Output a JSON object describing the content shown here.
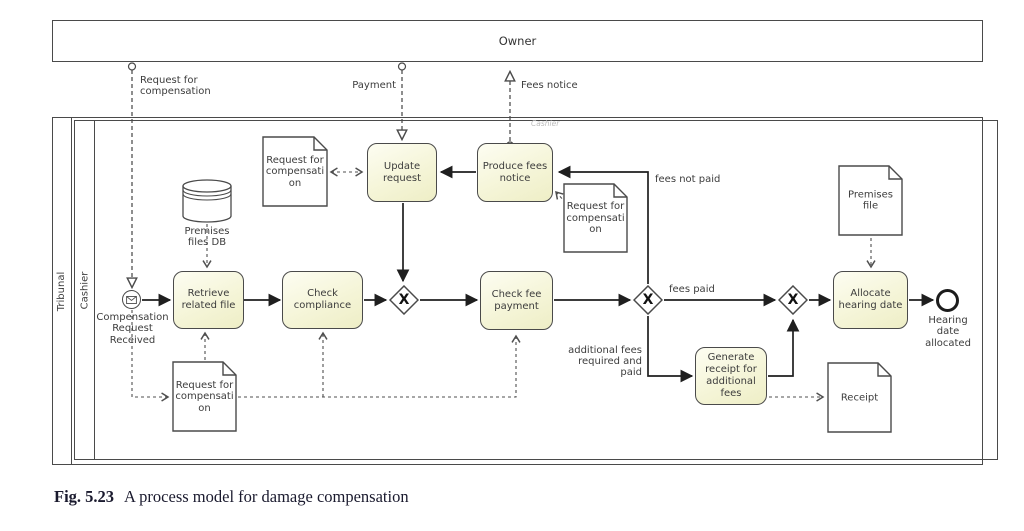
{
  "caption": {
    "fig_label": "Fig. 5.23",
    "title": "A process model for damage compensation"
  },
  "pools": {
    "owner": {
      "label": "Owner"
    },
    "tribunal": {
      "label": "Tribunal",
      "lane_cashier": {
        "label": "Cashier"
      },
      "watermark": "Cashier"
    }
  },
  "events": {
    "start": {
      "label": "Compensation Request Received",
      "icon": "envelope-icon"
    },
    "end": {
      "label": "Hearing date allocated"
    }
  },
  "tasks": {
    "retrieve_related_file": {
      "label": "Retrieve related file"
    },
    "check_compliance": {
      "label": "Check compliance"
    },
    "update_request": {
      "label": "Update request"
    },
    "produce_fees_notice": {
      "label": "Produce fees notice"
    },
    "check_fee_payment": {
      "label": "Check fee payment"
    },
    "generate_receipt": {
      "label": "Generate receipt for additional fees"
    },
    "allocate_hearing_date": {
      "label": "Allocate hearing date"
    }
  },
  "gateways": {
    "marker": "X",
    "type": "exclusive (XOR)"
  },
  "data_objects": {
    "request_for_compensation_upper": {
      "label": "Request for compensation"
    },
    "request_for_compensation_middle": {
      "label": "Request for compensation"
    },
    "request_for_compensation_lower": {
      "label": "Request for compensation"
    },
    "premises_file": {
      "label": "Premises file"
    },
    "receipt": {
      "label": "Receipt"
    },
    "premises_files_db": {
      "label": "Premises files DB"
    }
  },
  "flow_labels": {
    "request_for_compensation": "Request for compensation",
    "payment": "Payment",
    "fees_notice": "Fees notice",
    "fees_not_paid": "fees not paid",
    "fees_paid": "fees paid",
    "additional_fees_required_and_paid": "additional fees required and paid"
  },
  "colors": {
    "task_fill_top": "#fdfdf2",
    "task_fill_bottom": "#eeeec6",
    "shape_border": "#4a4a4a",
    "sequence_flow": "#1f1f1f",
    "dashed_flow": "#4f4f4f",
    "text": "#3c3c3c",
    "watermark_text": "#bdbdbd",
    "background": "#ffffff"
  }
}
